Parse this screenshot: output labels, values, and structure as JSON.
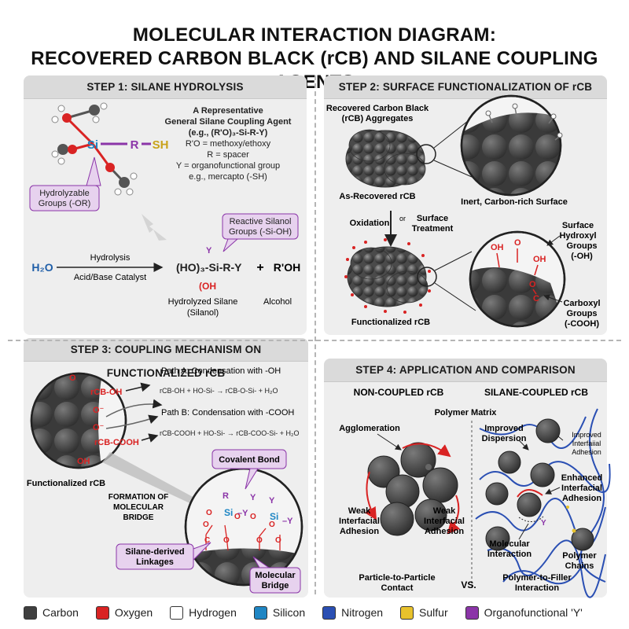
{
  "title": {
    "line1": "MOLECULAR INTERACTION DIAGRAM:",
    "line2": "RECOVERED CARBON BLACK (rCB) AND SILANE COUPLING AGENTS"
  },
  "step1": {
    "heading": "STEP 1: SILANE HYDROLYSIS",
    "desc1": "A Representative",
    "desc2": "General Silane Coupling Agent",
    "desc3": "(e.g., (R'O)₃-Si-R-Y)",
    "desc4": "R'O = methoxy/ethoxy",
    "desc5": "R = spacer",
    "desc6": "Y = organofunctional group",
    "desc7": "e.g., mercapto (-SH)",
    "mol_si": "Si",
    "mol_r": "R",
    "mol_sh": "SH",
    "callout_hydro_1": "Hydrolyzable",
    "callout_hydro_2": "Groups (-OR)",
    "callout_silanol_1": "Reactive Silanol",
    "callout_silanol_2": "Groups (-Si-OH)",
    "h2o": "H₂O",
    "hydrolysis": "Hydrolysis",
    "catalyst": "Acid/Base Catalyst",
    "product": "(HO)₃-Si-R-Y",
    "product_oh": "(OH",
    "product_y": "Y",
    "plus": "+",
    "alcohol_formula": "R'OH",
    "label_silane_1": "Hydrolyzed Silane",
    "label_silane_2": "(Silanol)",
    "label_alcohol": "Alcohol"
  },
  "step2": {
    "heading": "STEP 2: SURFACE FUNCTIONALIZATION OF rCB",
    "agg_1": "Recovered Carbon Black",
    "agg_2": "(rCB) Aggregates",
    "as_recovered": "As-Recovered rCB",
    "inert": "Inert, Carbon-rich Surface",
    "oxidation": "Oxidation",
    "or": "or",
    "surface_treat_1": "Surface",
    "surface_treat_2": "Treatment",
    "functionalized": "Functionalized rCB",
    "oh": "OH",
    "o": "O",
    "c": "C",
    "hydroxyl_1": "Surface",
    "hydroxyl_2": "Hydroxyl",
    "hydroxyl_3": "Groups",
    "hydroxyl_4": "(-OH)",
    "carboxyl_1": "Carboxyl",
    "carboxyl_2": "Groups",
    "carboxyl_3": "(-COOH)"
  },
  "step3": {
    "heading": "STEP 3: COUPLING MECHANISM ON FUNCTIONALIZED rCB",
    "rcb_oh": "rCB-OH",
    "rcb_cooh": "rCB-COOH",
    "o": "O",
    "o_minus": "O⁻",
    "oh": "OH",
    "path_a": "Path A: Condensation with -OH",
    "path_a_eq": "rCB-OH + HO-Si- → rCB-O-Si- + H₂O",
    "path_b": "Path B: Condensation with -COOH",
    "path_b_eq": "rCB-COOH + HO-Si- → rCB-COO-Si- + H₂O",
    "functionalized": "Functionalized rCB",
    "bridge_1": "FORMATION OF",
    "bridge_2": "MOLECULAR",
    "bridge_3": "BRIDGE",
    "covalent": "Covalent Bond",
    "linkages_1": "Silane-derived",
    "linkages_2": "Linkages",
    "molecular_1": "Molecular",
    "molecular_2": "Bridge",
    "si": "Si",
    "r": "R",
    "y": "Y",
    "dash_y": "–Y"
  },
  "step4": {
    "heading": "STEP 4: APPLICATION AND COMPARISON",
    "non_coupled": "NON-COUPLED rCB",
    "coupled": "SILANE-COUPLED rCB",
    "matrix": "Polymer Matrix",
    "agglomeration": "Agglomeration",
    "weak_l_1": "Weak",
    "weak_l_2": "Interfacial",
    "weak_l_3": "Adhesion",
    "weak_r_1": "Weak",
    "weak_r_2": "Interfacial",
    "weak_r_3": "Adhesion",
    "improved_disp_1": "Improved",
    "improved_disp_2": "Dispersion",
    "improved_int_1": "Improved",
    "improved_int_2": "Interfaiial",
    "improved_int_3": "Adhesion",
    "enhanced_1": "Enhanced",
    "enhanced_2": "Interfacial",
    "enhanced_3": "Adhesion",
    "mol_int_1": "Molecular",
    "mol_int_2": "Interaction",
    "chains_1": "Polymer",
    "chains_2": "Chains",
    "p2p_1": "Particle-to-Particle",
    "p2p_2": "Contact",
    "vs": "VS.",
    "p2f_1": "Polymer-to-Filler",
    "p2f_2": "Interaction",
    "y": "Y"
  },
  "legend": [
    {
      "label": "Carbon",
      "color": "#3f3f3f"
    },
    {
      "label": "Oxygen",
      "color": "#d92323"
    },
    {
      "label": "Hydrogen",
      "color": "#ffffff"
    },
    {
      "label": "Silicon",
      "color": "#1f86c4"
    },
    {
      "label": "Nitrogen",
      "color": "#2a4fb3"
    },
    {
      "label": "Sulfur",
      "color": "#e8c22c"
    },
    {
      "label": "Organofunctional 'Y'",
      "color": "#8b35a8"
    }
  ]
}
